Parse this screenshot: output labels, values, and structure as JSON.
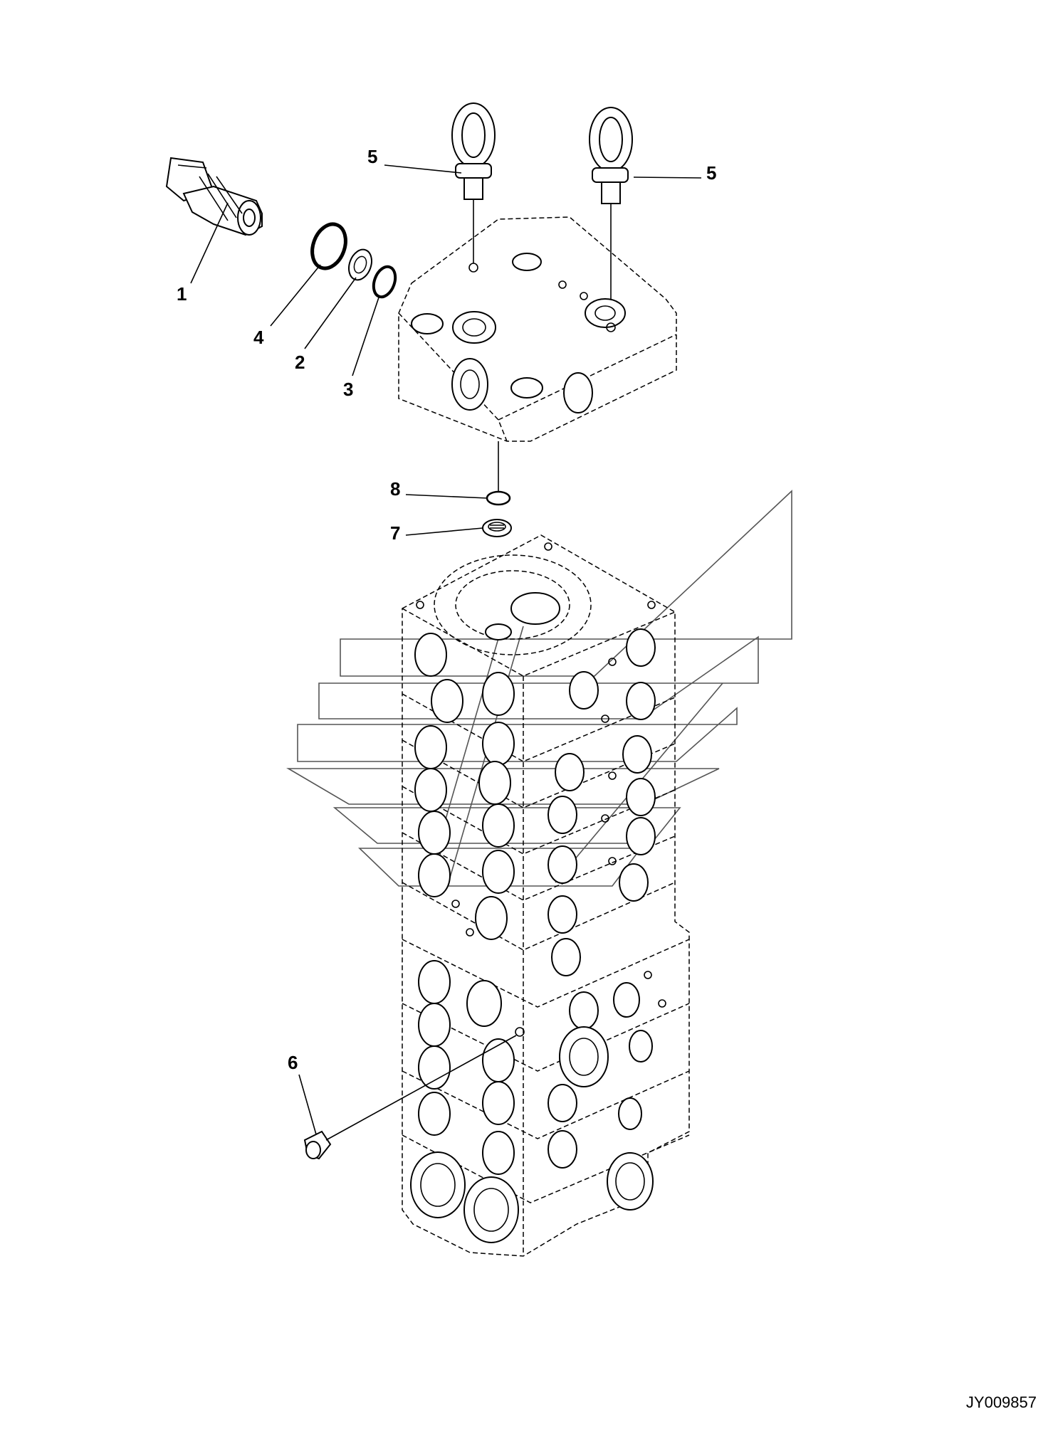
{
  "document_id": "JY009857",
  "callouts": [
    {
      "label": "1",
      "part": "relief-valve-cartridge"
    },
    {
      "label": "2",
      "part": "backup-ring"
    },
    {
      "label": "3",
      "part": "o-ring-small"
    },
    {
      "label": "4",
      "part": "o-ring-large"
    },
    {
      "label": "5",
      "part": "eye-bolt"
    },
    {
      "label": "5",
      "part": "eye-bolt"
    },
    {
      "label": "6",
      "part": "plug"
    },
    {
      "label": "7",
      "part": "filter-plug"
    },
    {
      "label": "8",
      "part": "o-ring"
    }
  ],
  "colors": {
    "line": "#000000",
    "watermark": "#555555",
    "background": "#ffffff"
  }
}
